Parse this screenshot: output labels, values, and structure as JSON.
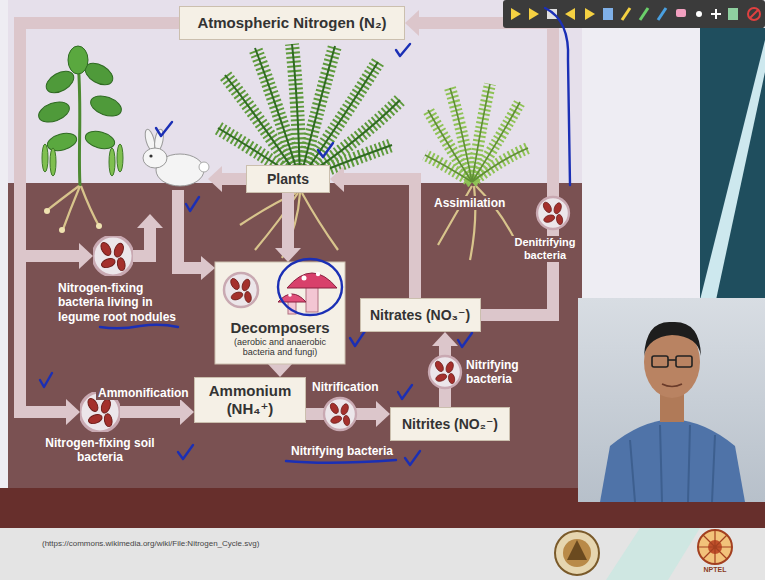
{
  "diagram": {
    "nodes": [
      {
        "text": [
          "Atmospheric Nitrogen (N₂)"
        ]
      },
      {
        "text": [
          "Plants"
        ]
      },
      {
        "text": [
          "Nitrogen-fixing bacteria living in legume root nodules"
        ]
      },
      {
        "text": [
          "Decomposers",
          "(aerobic and anaerobic bacteria and fungi)"
        ]
      },
      {
        "text": [
          "Nitrates (NO₃⁻)"
        ]
      },
      {
        "text": [
          "Ammonium (NH₄⁺)"
        ]
      },
      {
        "text": [
          "Nitrogen-fixing soil bacteria"
        ]
      },
      {
        "text": [
          "Nitrites (NO₂⁻)"
        ]
      }
    ],
    "edges": [
      {
        "from": 0,
        "to": 2,
        "arrow": "to"
      },
      {
        "from": 0,
        "to": 6,
        "arrow": "to"
      },
      {
        "from": 6,
        "to": 5,
        "arrow": "to"
      },
      {
        "from": 1,
        "to": 3,
        "arrow": "to"
      },
      {
        "from": 3,
        "to": 5,
        "arrow": "to"
      },
      {
        "from": 5,
        "to": 7,
        "arrow": "to"
      },
      {
        "from": 7,
        "to": 4,
        "arrow": "to"
      },
      {
        "from": 4,
        "to": 1,
        "arrow": "to"
      },
      {
        "from": 4,
        "to": 0,
        "arrow": "to"
      }
    ],
    "labels": [
      "Assimilation",
      "Denitrifying bacteria",
      "Nitrifying bacteria",
      "Nitrification",
      "Ammonification",
      "Nitrifying bacteria",
      "(https://commons.wikimedia.org/wiki/File:Nitrogen_Cycle.svg)",
      "NPTEL"
    ]
  }
}
